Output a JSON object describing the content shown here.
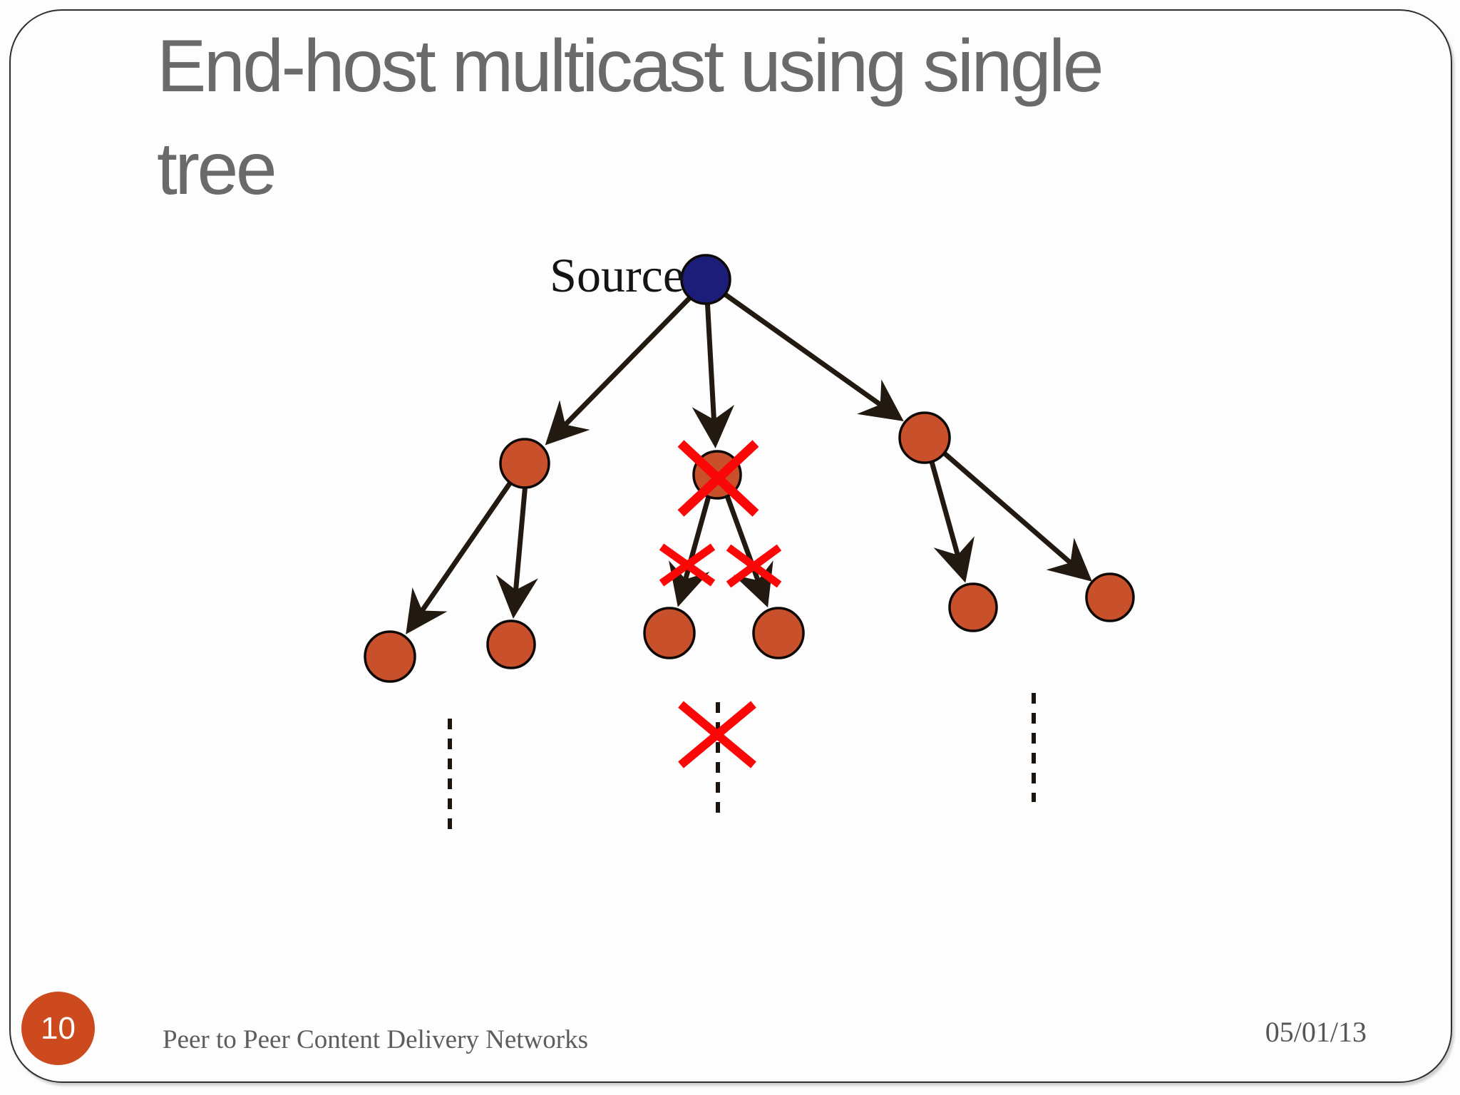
{
  "slide": {
    "title_lines": [
      "End-host multicast using single",
      "tree"
    ],
    "number": "10",
    "footer_text": "Peer to Peer Content Delivery Networks",
    "date": "05/01/13"
  },
  "diagram": {
    "source_label": "Source",
    "level1_peer_count": 3,
    "leaf_peer_count": 6,
    "failed_node_count": 1,
    "failure_mark_count": 4
  },
  "colors": {
    "title_text": "#6a6a6a",
    "footer_text": "#5d5d5d",
    "date_text": "#565656",
    "badge_fill": "#cd4a1e",
    "badge_text": "#ffffff",
    "peer_node_fill": "#c8502a",
    "node_stroke": "#0e0906",
    "source_node_fill": "#1b1d78",
    "arrow_stroke": "#221910",
    "dashed_stroke": "#1c150e",
    "failure_x": "#fa0707",
    "frame_border": "#2e2e2e",
    "source_label_text": "#141414"
  }
}
